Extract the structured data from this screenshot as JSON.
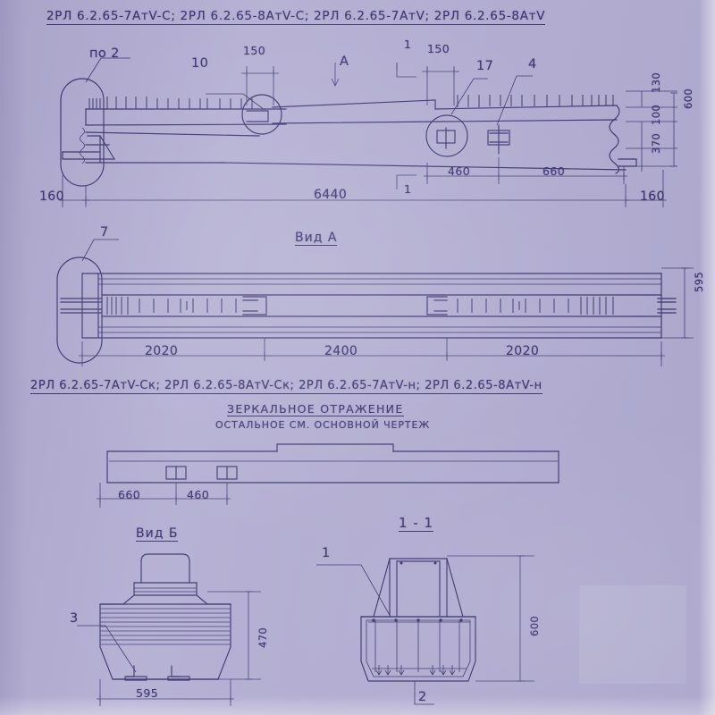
{
  "sheet": {
    "background_color": "#b3aed2",
    "ink_color": "#3a3270",
    "kind": "scanned-blueprint"
  },
  "title_top": {
    "full": "2РЛ 6.2.65-7АтV-С;   2РЛ 6.2.65-8АтV-С;   2РЛ 6.2.65-7АтV;   2РЛ 6.2.65-8АтV",
    "parts": [
      "2РЛ 6.2.65-7АтV-С;",
      "2РЛ 6.2.65-8АтV-С;",
      "2РЛ 6.2.65-7АтV;",
      "2РЛ 6.2.65-8АтV"
    ]
  },
  "title_mirror": {
    "full": "2РЛ 6.2.65-7АтV-Ск;   2РЛ 6.2.65-8АтV-Ск;   2РЛ 6.2.65-7АтV-н;   2РЛ 6.2.65-8АтV-н",
    "parts": [
      "2РЛ 6.2.65-7АтV-Ск;",
      "2РЛ 6.2.65-8АтV-Ск;",
      "2РЛ 6.2.65-7АтV-н;",
      "2РЛ 6.2.65-8АтV-н"
    ]
  },
  "mirror_note": {
    "caption": "ЗЕРКАЛЬНОЕ  ОТРАЖЕНИЕ",
    "subcaption": "ОСТАЛЬНОЕ  СМ.  ОСНОВНОЙ  ЧЕРТЕЖ"
  },
  "views": {
    "main_elevation": {
      "section_marks": [
        "A",
        "1",
        "1"
      ],
      "position_callouts": [
        "по 2",
        "10",
        "17",
        "4"
      ],
      "dims_horizontal": [
        "6440",
        "460",
        "660",
        "150",
        "150",
        "160",
        "160"
      ],
      "dims_vertical": [
        "130",
        "600",
        "100",
        "370"
      ]
    },
    "view_a": {
      "label": "Вид  А",
      "position_callouts": [
        "7"
      ],
      "dims_horizontal": [
        "2020",
        "2400",
        "2020"
      ],
      "dims_vertical": [
        "595"
      ]
    },
    "mirror_plan": {
      "dims_horizontal": [
        "660",
        "460"
      ]
    },
    "view_b": {
      "label": "Вид Б",
      "position_callouts": [
        "3"
      ],
      "dims_vertical": [
        "470"
      ],
      "dims_horizontal": [
        "595"
      ]
    },
    "section_1_1": {
      "label": "1 - 1",
      "position_callouts": [
        "1",
        "2"
      ],
      "dims_vertical": [
        "600"
      ]
    }
  },
  "labels": {
    "po2": "по 2",
    "p10": "10",
    "p17": "17",
    "p4": "4",
    "p7": "7",
    "p3": "3",
    "p1": "1",
    "p2": "2",
    "mark_A": "A",
    "mark_1_left": "1",
    "mark_1_bottom": "1",
    "d150_a": "150",
    "d150_b": "150",
    "d160_left": "160",
    "d160_right": "160",
    "d6440": "6440",
    "d460": "460",
    "d660": "660",
    "d130": "130",
    "d600": "600",
    "d100": "100",
    "d370": "370",
    "view_a_title": "Вид  А",
    "d2020_a": "2020",
    "d2400": "2400",
    "d2020_b": "2020",
    "d595_a": "595",
    "m660": "660",
    "m460": "460",
    "view_b_title": "Вид Б",
    "d470": "470",
    "d595_b": "595",
    "sec_title": "1 - 1",
    "d600_sec": "600"
  }
}
